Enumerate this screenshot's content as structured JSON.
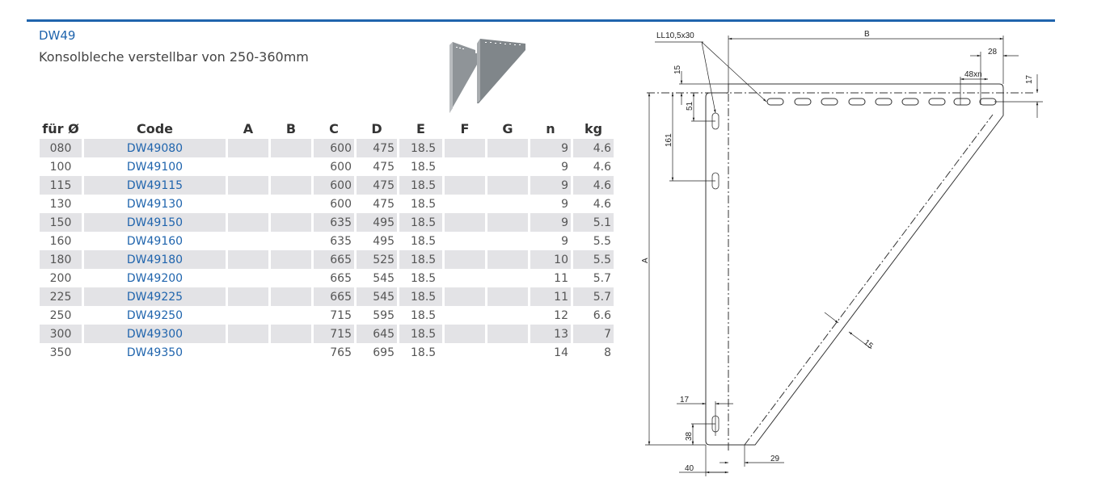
{
  "product": {
    "code": "DW49",
    "description": "Konsolbleche verstellbar von 250-360mm"
  },
  "table": {
    "headers": [
      "für Ø",
      "Code",
      "A",
      "B",
      "C",
      "D",
      "E",
      "F",
      "G",
      "n",
      "kg"
    ],
    "rows": [
      [
        "080",
        "DW49080",
        "",
        "",
        "600",
        "475",
        "18.5",
        "",
        "",
        "9",
        "4.6"
      ],
      [
        "100",
        "DW49100",
        "",
        "",
        "600",
        "475",
        "18.5",
        "",
        "",
        "9",
        "4.6"
      ],
      [
        "115",
        "DW49115",
        "",
        "",
        "600",
        "475",
        "18.5",
        "",
        "",
        "9",
        "4.6"
      ],
      [
        "130",
        "DW49130",
        "",
        "",
        "600",
        "475",
        "18.5",
        "",
        "",
        "9",
        "4.6"
      ],
      [
        "150",
        "DW49150",
        "",
        "",
        "635",
        "495",
        "18.5",
        "",
        "",
        "9",
        "5.1"
      ],
      [
        "160",
        "DW49160",
        "",
        "",
        "635",
        "495",
        "18.5",
        "",
        "",
        "9",
        "5.5"
      ],
      [
        "180",
        "DW49180",
        "",
        "",
        "665",
        "525",
        "18.5",
        "",
        "",
        "10",
        "5.5"
      ],
      [
        "200",
        "DW49200",
        "",
        "",
        "665",
        "545",
        "18.5",
        "",
        "",
        "11",
        "5.7"
      ],
      [
        "225",
        "DW49225",
        "",
        "",
        "665",
        "545",
        "18.5",
        "",
        "",
        "11",
        "5.7"
      ],
      [
        "250",
        "DW49250",
        "",
        "",
        "715",
        "595",
        "18.5",
        "",
        "",
        "12",
        "6.6"
      ],
      [
        "300",
        "DW49300",
        "",
        "",
        "715",
        "645",
        "18.5",
        "",
        "",
        "13",
        "7"
      ],
      [
        "350",
        "DW49350",
        "",
        "",
        "765",
        "695",
        "18.5",
        "",
        "",
        "14",
        "8"
      ]
    ]
  },
  "drawing": {
    "slot_label": "LL10,5x30",
    "dims": {
      "B": "B",
      "A": "A",
      "d28": "28",
      "d48xn": "48xn",
      "d17_top": "17",
      "d15_top": "15",
      "d51": "51",
      "d161": "161",
      "d15_diag": "15",
      "d17_bottom": "17",
      "d38": "38",
      "d40": "40",
      "d29": "29"
    }
  },
  "colors": {
    "accent": "#1f64ad",
    "row_alt": "#e3e3e6"
  }
}
